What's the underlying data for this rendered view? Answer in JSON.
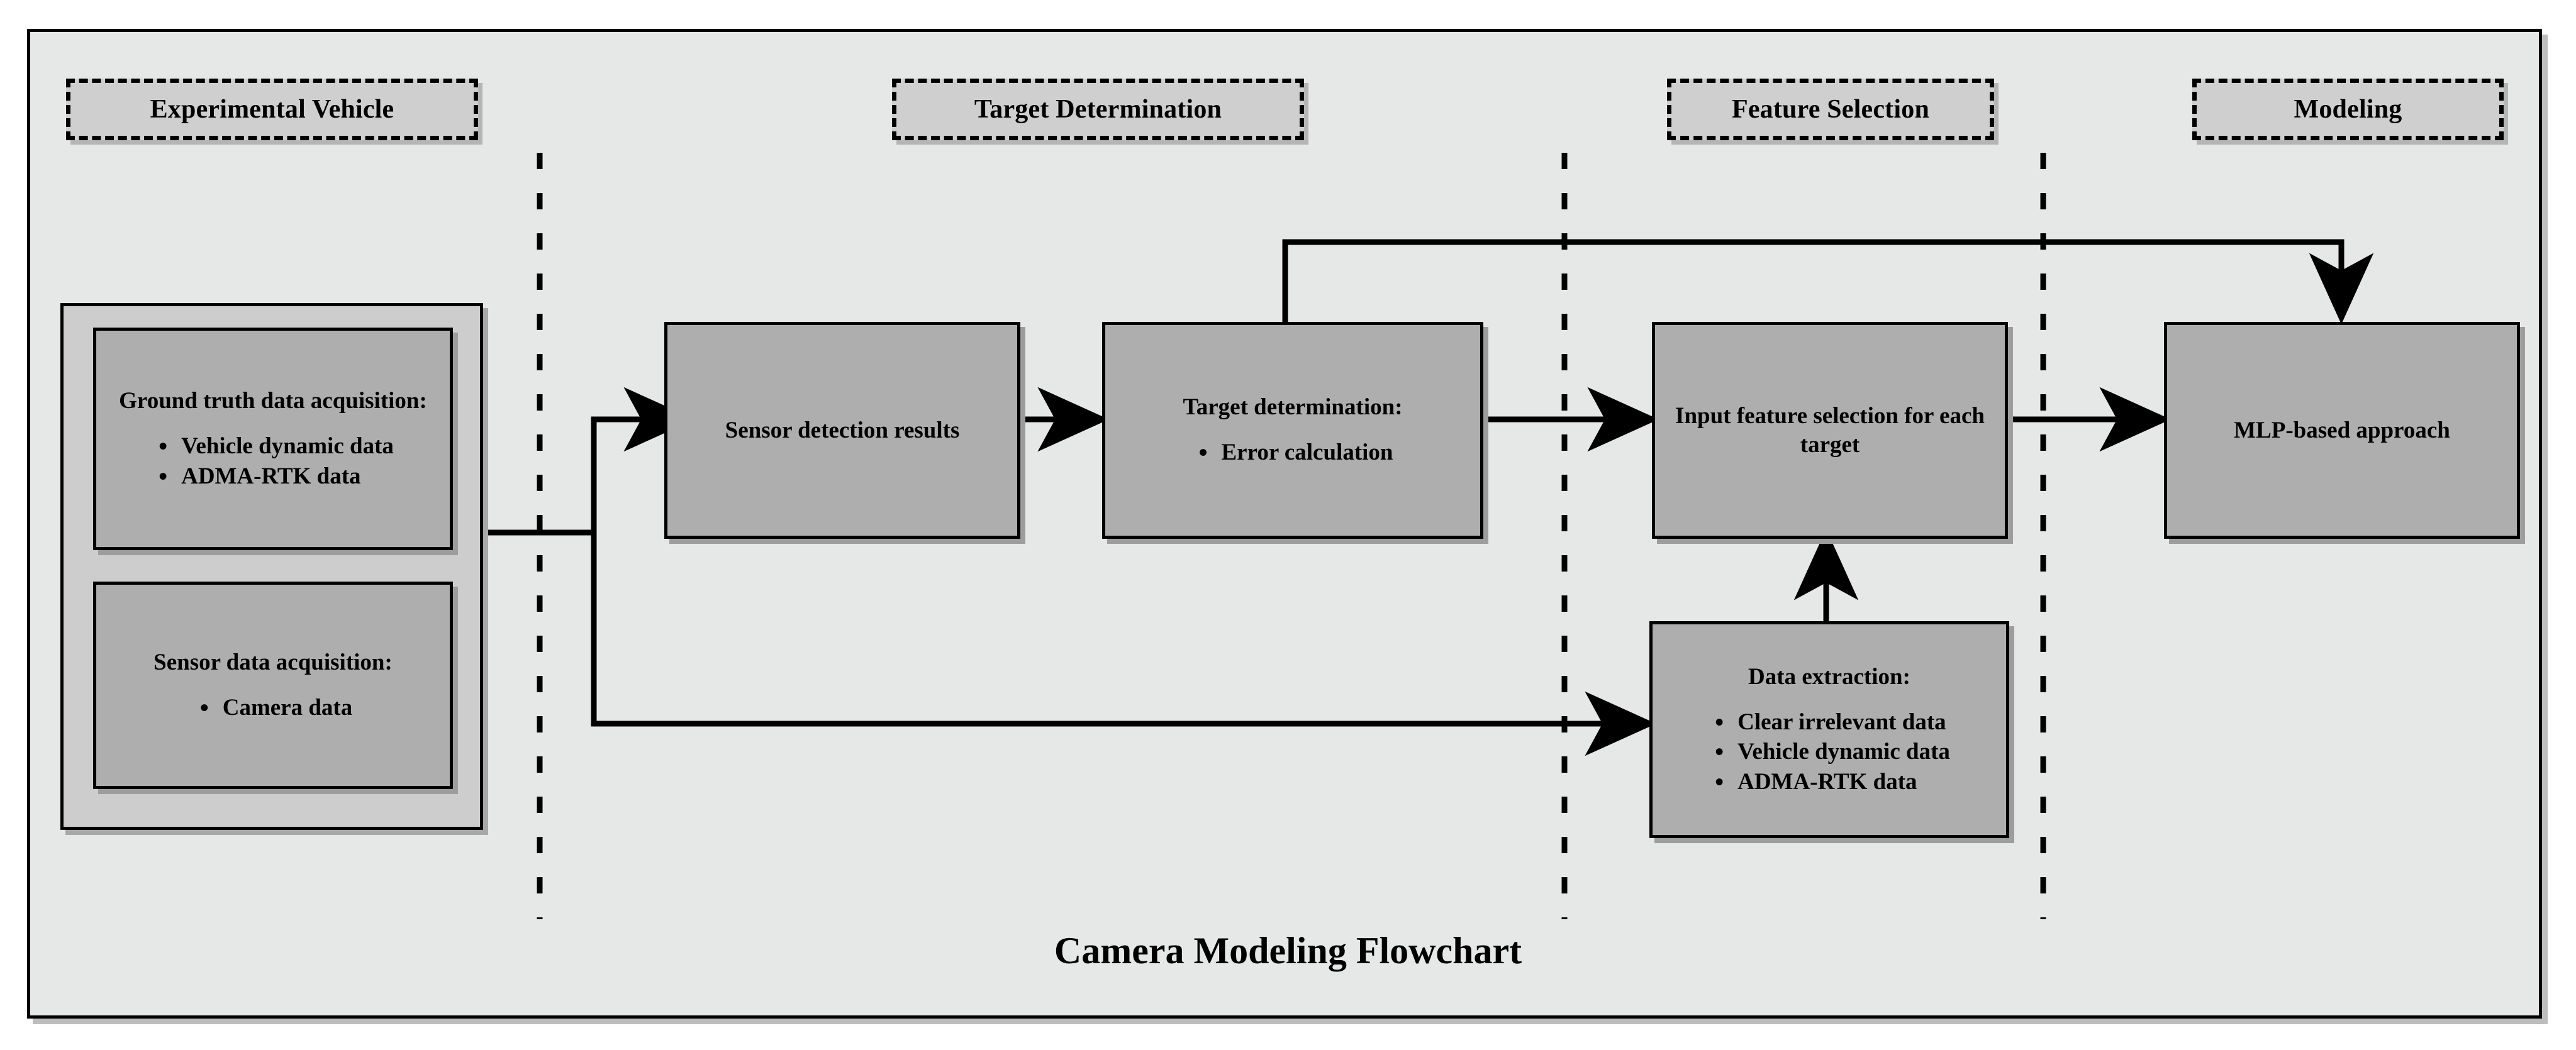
{
  "figure": {
    "caption": "Camera Modeling Flowchart",
    "background_color": "#e6e7e7",
    "node_fill": "#aeaeae",
    "group_fill": "#cdcdcd",
    "header_fill": "#cfcfcf",
    "line_color": "#000000"
  },
  "lanes": [
    {
      "id": "experimental-vehicle",
      "label": "Experimental Vehicle"
    },
    {
      "id": "target-determination",
      "label": "Target Determination"
    },
    {
      "id": "feature-selection",
      "label": "Feature Selection"
    },
    {
      "id": "modeling",
      "label": "Modeling"
    }
  ],
  "nodes": {
    "ground_truth": {
      "title": "Ground truth data acquisition:",
      "bullets": [
        "Vehicle dynamic data",
        "ADMA-RTK data"
      ]
    },
    "sensor_acquisition": {
      "title": "Sensor data acquisition:",
      "bullets": [
        "Camera data"
      ]
    },
    "sensor_detection": {
      "title": "Sensor detection results",
      "bullets": []
    },
    "target_determination": {
      "title": "Target determination:",
      "bullets": [
        "Error calculation"
      ]
    },
    "input_feature_selection": {
      "title": "Input feature selection for each target",
      "bullets": []
    },
    "data_extraction": {
      "title": "Data extraction:",
      "bullets": [
        "Clear irrelevant data",
        "Vehicle dynamic data",
        "ADMA-RTK data"
      ]
    },
    "mlp_approach": {
      "title": "MLP-based approach",
      "bullets": []
    }
  },
  "chart_data": {
    "type": "diagram",
    "title": "Camera Modeling Flowchart",
    "diagram_kind": "swimlane-flowchart",
    "lanes": [
      "Experimental Vehicle",
      "Target Determination",
      "Feature Selection",
      "Modeling"
    ],
    "nodes": [
      {
        "id": "ground_truth",
        "lane": "Experimental Vehicle",
        "label": "Ground truth data acquisition:",
        "bullets": [
          "Vehicle dynamic data",
          "ADMA-RTK data"
        ]
      },
      {
        "id": "sensor_acquisition",
        "lane": "Experimental Vehicle",
        "label": "Sensor data acquisition:",
        "bullets": [
          "Camera data"
        ]
      },
      {
        "id": "sensor_detection",
        "lane": "Target Determination",
        "label": "Sensor detection results",
        "bullets": []
      },
      {
        "id": "target_determination",
        "lane": "Target Determination",
        "label": "Target determination:",
        "bullets": [
          "Error calculation"
        ]
      },
      {
        "id": "input_feature_selection",
        "lane": "Feature Selection",
        "label": "Input feature selection for each target",
        "bullets": []
      },
      {
        "id": "data_extraction",
        "lane": "Feature Selection",
        "label": "Data extraction:",
        "bullets": [
          "Clear irrelevant data",
          "Vehicle dynamic data",
          "ADMA-RTK data"
        ]
      },
      {
        "id": "mlp_approach",
        "lane": "Modeling",
        "label": "MLP-based approach",
        "bullets": []
      }
    ],
    "edges": [
      {
        "from": "experimental_vehicle_group",
        "to": "sensor_detection",
        "style": "orthogonal",
        "arrow": true
      },
      {
        "from": "experimental_vehicle_group",
        "to": "data_extraction",
        "style": "orthogonal",
        "arrow": true
      },
      {
        "from": "sensor_detection",
        "to": "target_determination",
        "style": "straight",
        "arrow": true
      },
      {
        "from": "target_determination",
        "to": "input_feature_selection",
        "style": "straight",
        "arrow": true
      },
      {
        "from": "target_determination",
        "to": "mlp_approach",
        "style": "orthogonal-top-feedback",
        "arrow": true
      },
      {
        "from": "data_extraction",
        "to": "input_feature_selection",
        "style": "vertical-up",
        "arrow": true
      },
      {
        "from": "input_feature_selection",
        "to": "mlp_approach",
        "style": "straight",
        "arrow": true
      }
    ]
  }
}
